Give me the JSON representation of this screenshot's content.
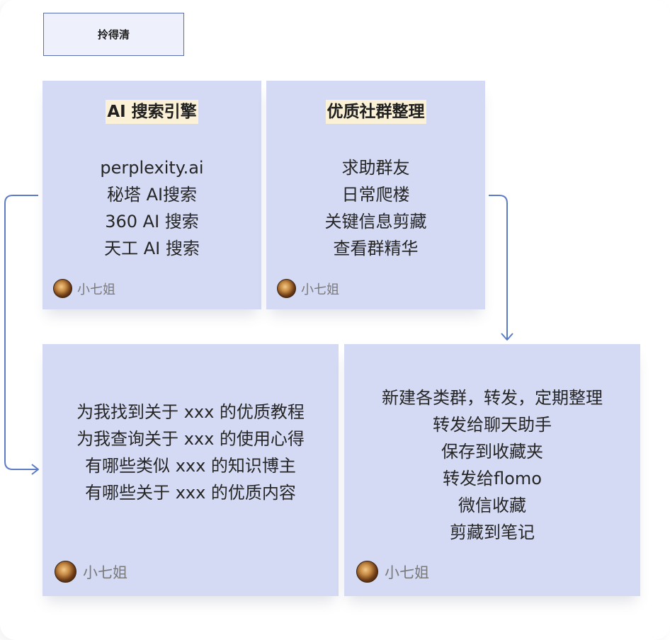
{
  "title": "拎得清",
  "cards": {
    "ai_search": {
      "title": "AI 搜索引擎",
      "lines": [
        "perplexity.ai",
        "秘塔 AI搜索",
        "360 AI 搜索",
        "天工 AI 搜索"
      ],
      "author": "小七姐"
    },
    "community": {
      "title": "优质社群整理",
      "lines": [
        "求助群友",
        "日常爬楼",
        "关键信息剪藏",
        "查看群精华"
      ],
      "author": "小七姐"
    },
    "prompts": {
      "lines": [
        "为我找到关于 xxx 的优质教程",
        "为我查询关于 xxx 的使用心得",
        "有哪些类似 xxx 的知识博主",
        "有哪些关于 xxx 的优质内容"
      ],
      "author": "小七姐"
    },
    "save": {
      "lines": [
        "新建各类群，转发，定期整理",
        "转发给聊天助手",
        "保存到收藏夹",
        "转发给flomo",
        "微信收藏",
        "剪藏到笔记"
      ],
      "author": "小七姐"
    }
  },
  "colors": {
    "card_bg": "#d4daf3",
    "title_highlight": "#fbf1d6",
    "connector": "#5b7bc8",
    "title_border": "#5b6fb4"
  }
}
